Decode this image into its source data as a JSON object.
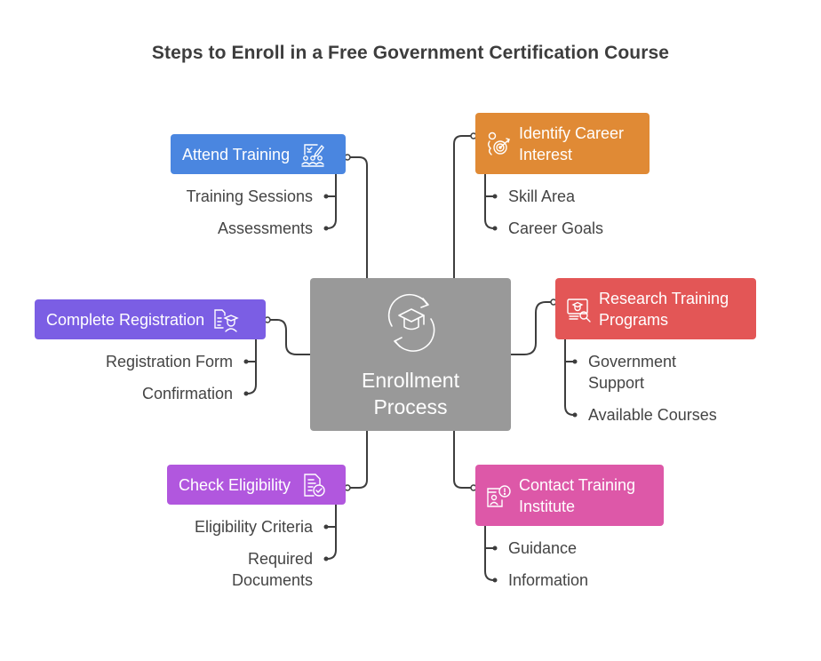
{
  "title": "Steps to Enroll in a Free Government Certification Course",
  "colors": {
    "attend": "#4A86E0",
    "identify": "#E08A35",
    "complete": "#7B5EE4",
    "research": "#E35656",
    "check": "#B157DE",
    "contact": "#DD58A8",
    "center": "#999999",
    "line": "#3d3d3d",
    "subtext": "#444444"
  },
  "center": {
    "label": "Enrollment\nProcess",
    "icon": "graduation-cap-cycle-icon"
  },
  "nodes": {
    "attend": {
      "label": "Attend Training",
      "icon": "training-group-icon",
      "items": [
        "Training Sessions",
        "Assessments"
      ]
    },
    "identify": {
      "label": "Identify Career\nInterest",
      "icon": "career-target-icon",
      "items": [
        "Skill Area",
        "Career Goals"
      ]
    },
    "complete": {
      "label": "Complete Registration",
      "icon": "registration-document-icon",
      "items": [
        "Registration Form",
        "Confirmation"
      ]
    },
    "research": {
      "label": "Research Training\nPrograms",
      "icon": "research-programs-icon",
      "items": [
        "Government\nSupport",
        "Available Courses"
      ]
    },
    "check": {
      "label": "Check Eligibility",
      "icon": "eligibility-check-icon",
      "items": [
        "Eligibility Criteria",
        "Required\nDocuments"
      ]
    },
    "contact": {
      "label": "Contact Training\nInstitute",
      "icon": "contact-institute-icon",
      "items": [
        "Guidance",
        "Information"
      ]
    }
  }
}
